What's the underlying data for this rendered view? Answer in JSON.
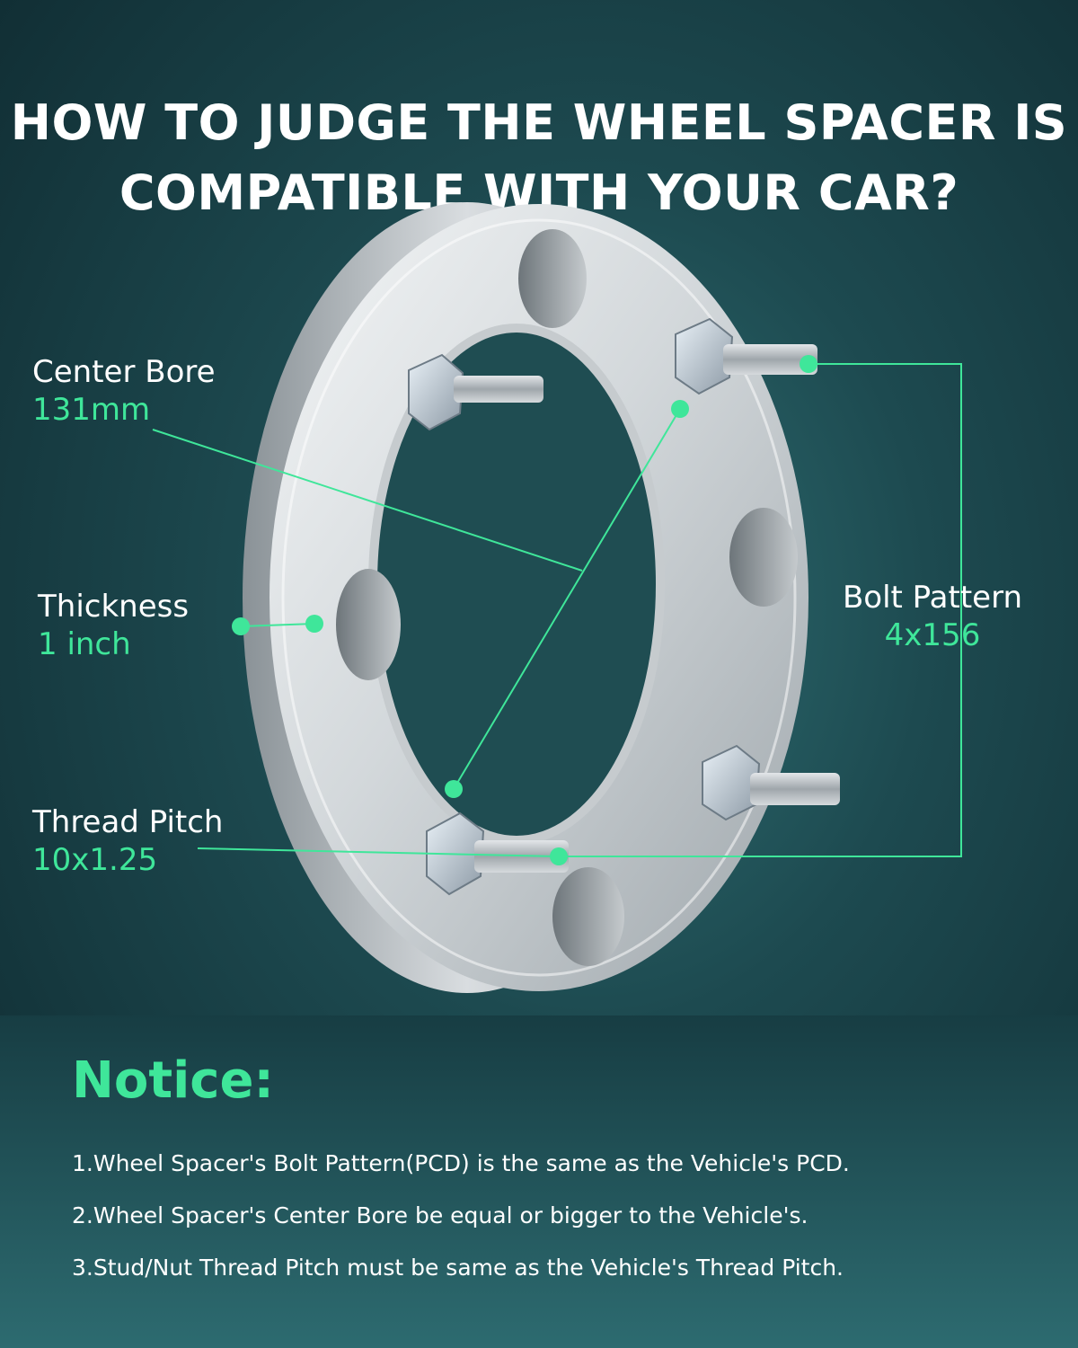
{
  "headline": {
    "line1": "HOW TO JUDGE THE WHEEL SPACER IS",
    "line2": "COMPATIBLE WITH YOUR CAR?"
  },
  "specs": {
    "center_bore": {
      "name": "Center Bore",
      "value": "131mm"
    },
    "thickness": {
      "name": "Thickness",
      "value": "1 inch"
    },
    "thread_pitch": {
      "name": "Thread Pitch",
      "value": "10x1.25"
    },
    "bolt_pattern": {
      "name": "Bolt Pattern",
      "value": "4x156"
    }
  },
  "notice": {
    "title": "Notice:",
    "items": [
      "1.Wheel Spacer's Bolt Pattern(PCD) is the same as the Vehicle's PCD.",
      "2.Wheel Spacer's Center Bore be equal or bigger to the Vehicle's.",
      "3.Stud/Nut Thread Pitch must be same as the Vehicle's Thread Pitch."
    ]
  },
  "colors": {
    "accent": "#3fe69a",
    "background_dark": "#0f2a30",
    "background_mid": "#2f6f73",
    "text": "#ffffff"
  },
  "icons": [
    "wheel-spacer-illustration",
    "lug-nut-icon",
    "callout-dot-icon"
  ]
}
